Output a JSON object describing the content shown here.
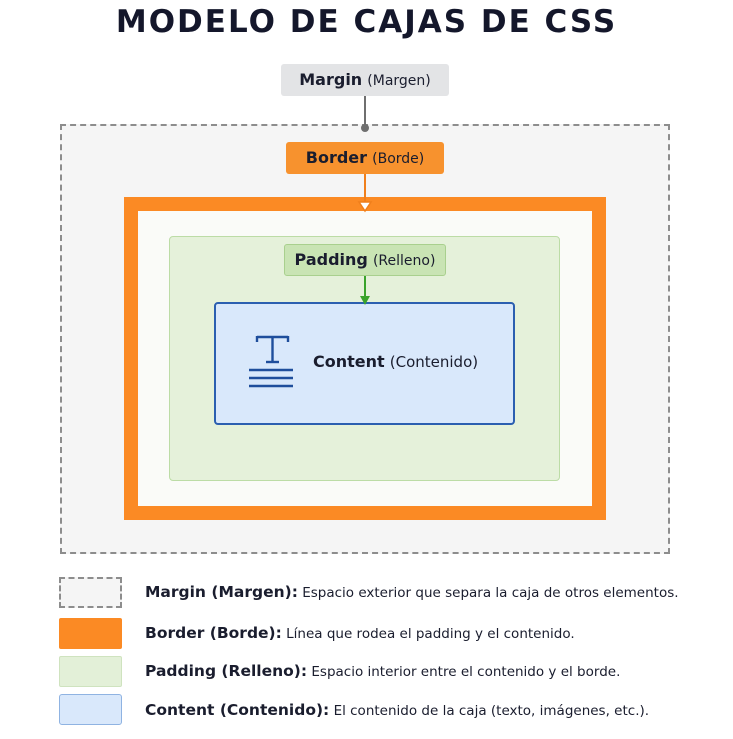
{
  "title": "MODELO DE CAJAS DE CSS",
  "tags": {
    "margin": {
      "name": "Margin",
      "paren": "(Margen)"
    },
    "border": {
      "name": "Border",
      "paren": "(Borde)"
    },
    "padding": {
      "name": "Padding",
      "paren": "(Relleno)"
    }
  },
  "content": {
    "name": "Content",
    "paren": "(Contenido)",
    "icon": "text-icon"
  },
  "legend": [
    {
      "term": "Margin (Margen):",
      "desc": "Espacio exterior que separa la caja de otros elementos."
    },
    {
      "term": "Border (Borde):",
      "desc": "Línea que rodea el padding y el contenido."
    },
    {
      "term": "Padding (Relleno):",
      "desc": "Espacio interior entre el contenido y el borde."
    },
    {
      "term": "Content (Contenido):",
      "desc": "El contenido de la caja (texto, imágenes, etc.)."
    }
  ],
  "colors": {
    "margin": "#f5f5f5",
    "border": "#fb8a24",
    "padding": "#e5f1da",
    "content": "#d9e8fb",
    "content_outline": "#2b5fb0",
    "arrow_padding": "#3aa32b"
  }
}
